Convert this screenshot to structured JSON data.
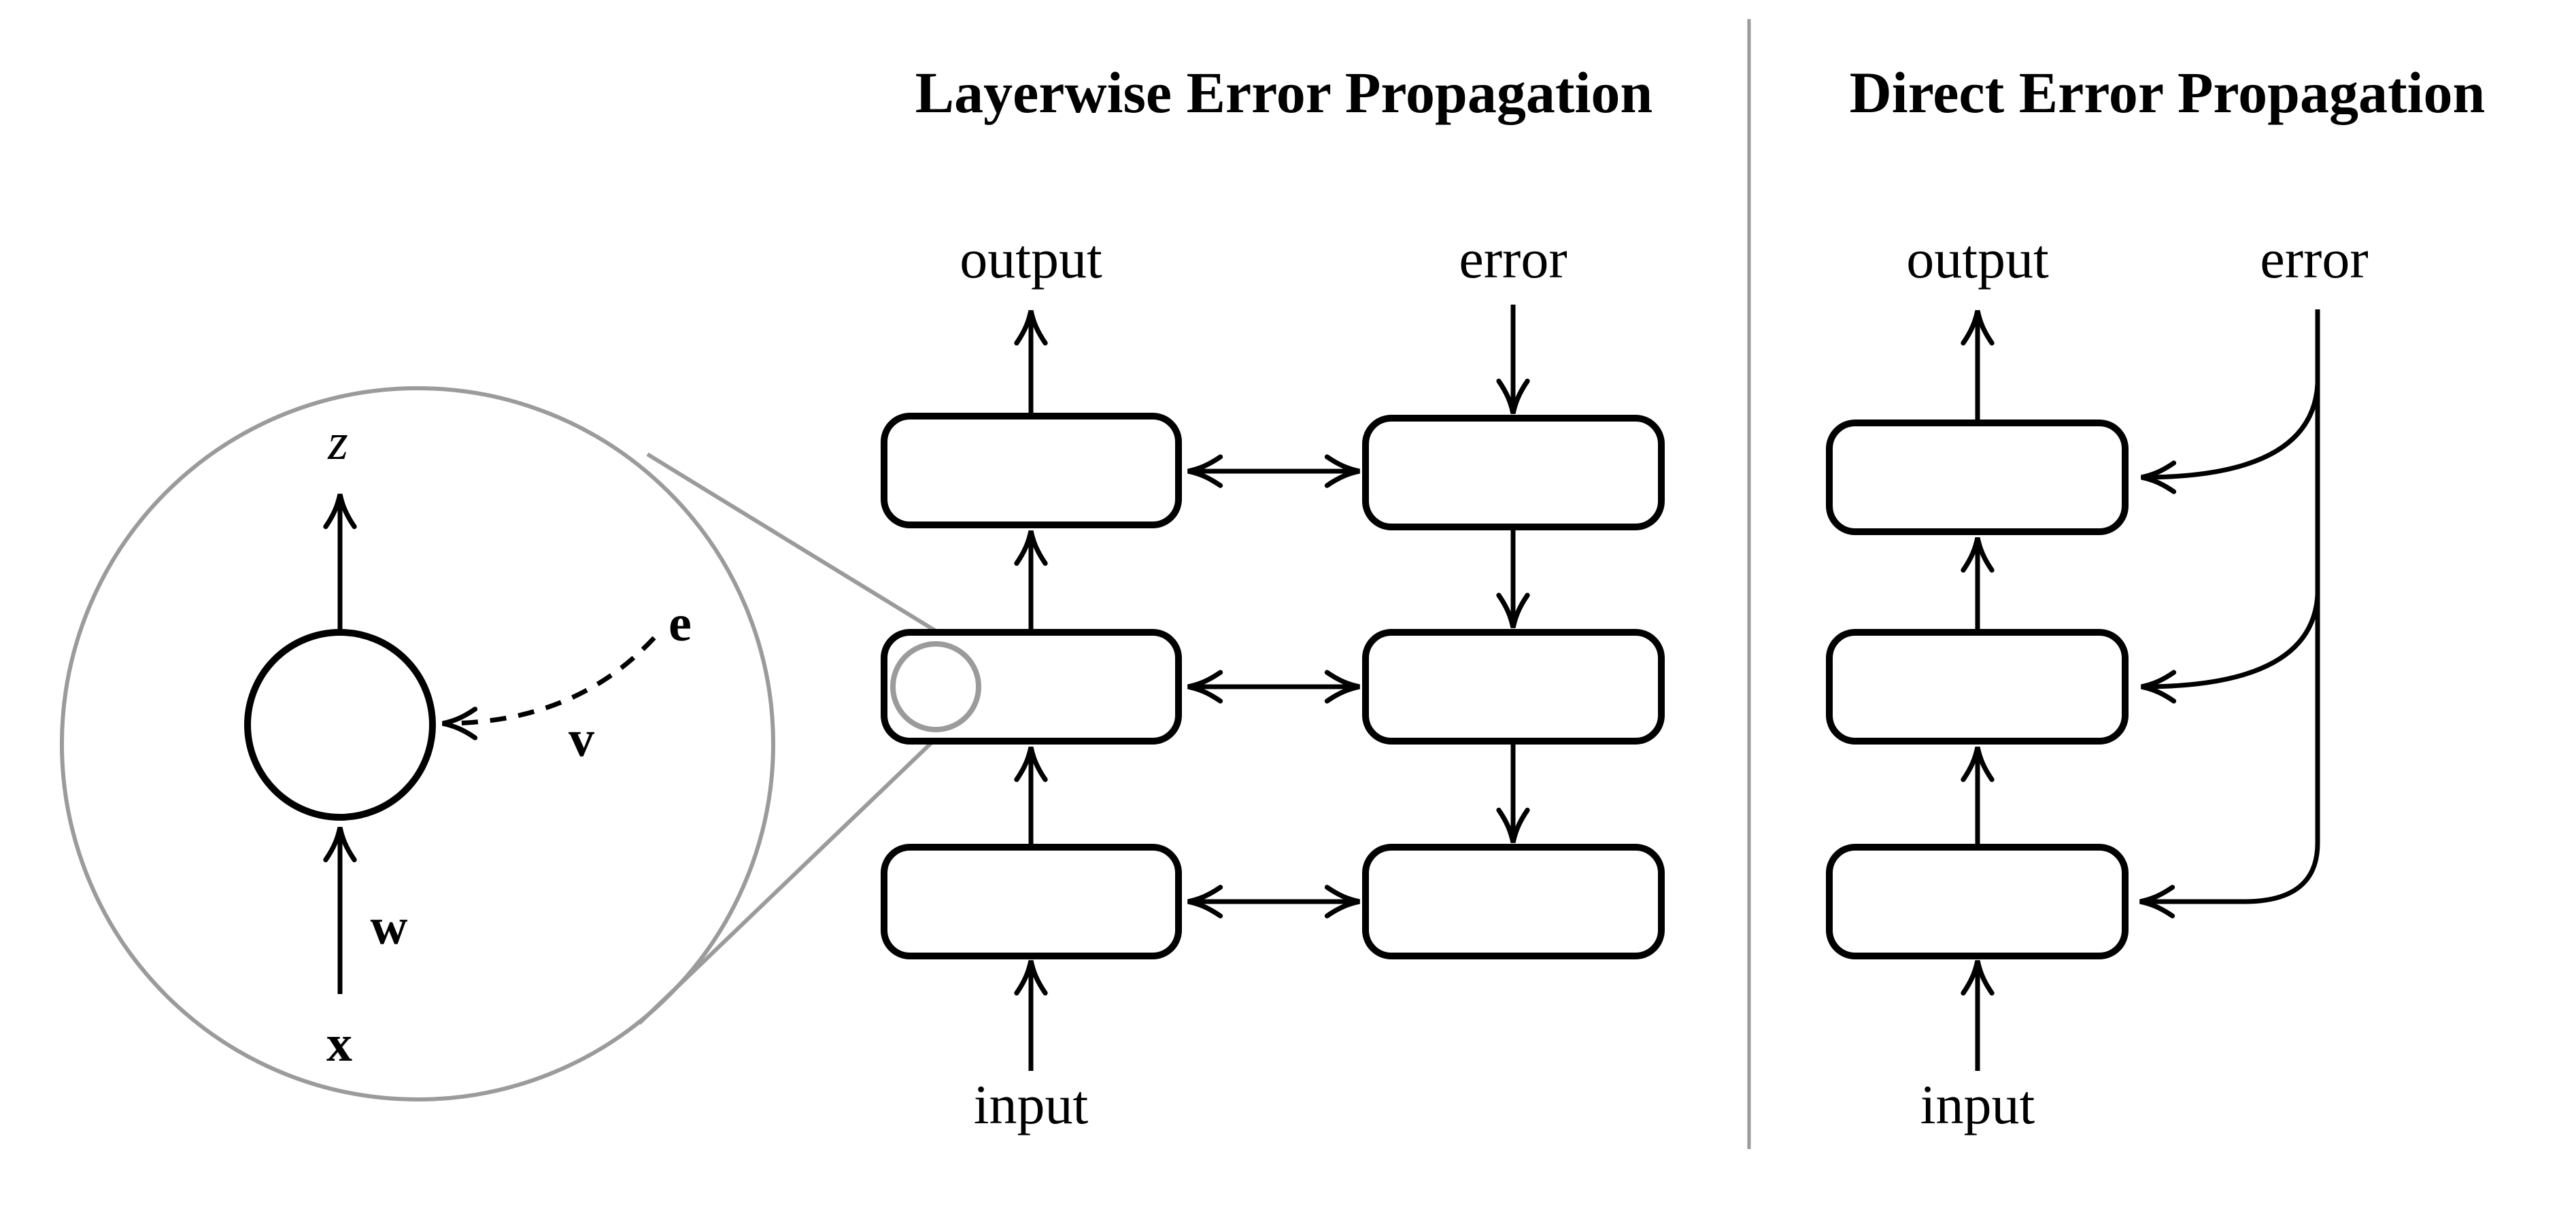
{
  "figure": {
    "magnifier": {
      "z_label": "z",
      "x_label": "x",
      "w_label": "w",
      "e_label": "e",
      "v_label": "v"
    },
    "layerwise_panel": {
      "title": "Layerwise Error Propagation",
      "output_label": "output",
      "error_label": "error",
      "input_label": "input"
    },
    "direct_panel": {
      "title": "Direct Error Propagation",
      "output_label": "output",
      "error_label": "error",
      "input_label": "input"
    },
    "colors": {
      "ink": "#000000",
      "gray": "#9b9b9b",
      "background": "#ffffff"
    }
  }
}
